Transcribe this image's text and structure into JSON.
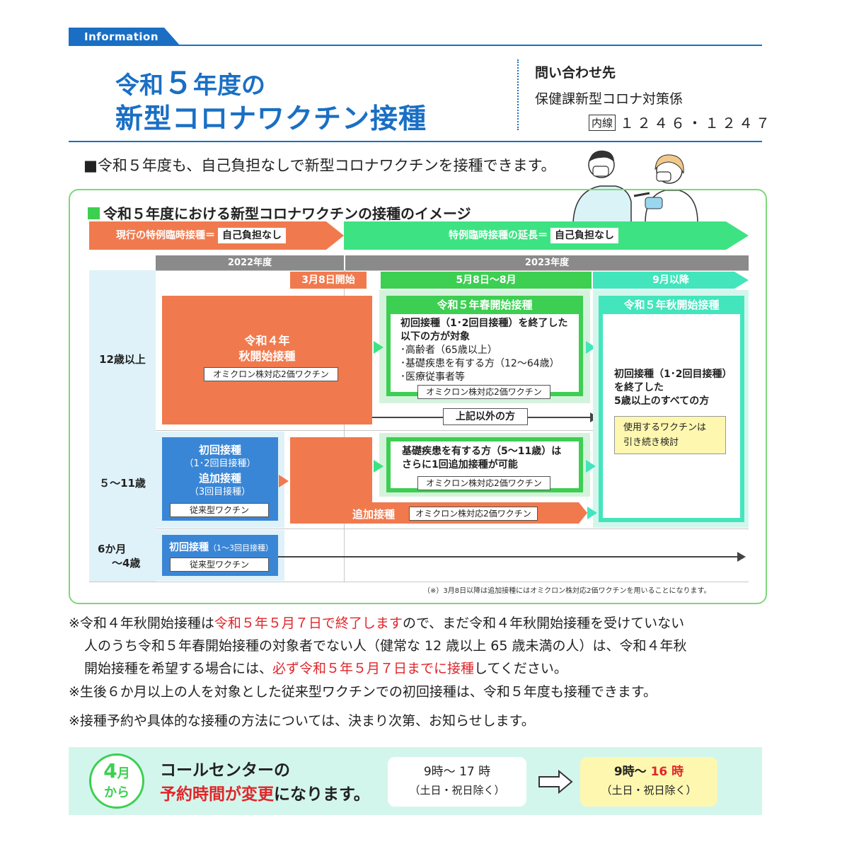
{
  "header": {
    "tab_label": "Information",
    "title_line1_pre": "令和",
    "title_line1_num": "５",
    "title_line1_post": "年度の",
    "title_line2": "新型コロナワクチン接種"
  },
  "contact": {
    "heading": "問い合わせ先",
    "department": "保健課新型コロナ対策係",
    "extension_badge": "内線",
    "extension_numbers": "１２４６・１２４７"
  },
  "lead": "■令和５年度も、自己負担なしで新型コロナワクチンを接種できます。",
  "diagram": {
    "heading": "令和５年度における新型コロナワクチンの接種のイメージ",
    "arrow_current": "現行の特例臨時接種＝",
    "arrow_current_tag": "自己負担なし",
    "arrow_extension": "特例臨時接種の延長＝",
    "arrow_extension_tag": "自己負担なし",
    "year_2022": "2022年度",
    "year_2023": "2023年度",
    "period_start": "3月8日開始",
    "period_spring": "5月8日～8月",
    "period_autumn": "9月以降",
    "row_12plus": "12歳以上",
    "row_5to11": "５～11歳",
    "row_6m_line1": "6か月",
    "row_6m_line2": "～4歳",
    "r4_autumn_line1": "令和４年",
    "r4_autumn_line2": "秋開始接種",
    "omicron_bivalent": "オミクロン株対応2価ワクチン",
    "spring_title": "令和５年春開始接種",
    "spring_l1": "初回接種（1･2回目接種）を終了した",
    "spring_l2": "以下の方が対象",
    "spring_l3": "･高齢者（65歳以上）",
    "spring_l4": "･基礎疾患を有する方（12～64歳）",
    "spring_l5": "･医療従事者等",
    "others": "上記以外の方",
    "autumn_title": "令和５年秋開始接種",
    "autumn_l1": "初回接種（1･2回目接種）",
    "autumn_l2": "を終了した",
    "autumn_l3": "5歳以上のすべての方",
    "autumn_vaccine_l1": "使用するワクチンは",
    "autumn_vaccine_l2": "引き続き検討",
    "child_initial": "初回接種",
    "child_initial_sub": "（1･2回目接種）",
    "child_booster": "追加接種",
    "child_booster_sub": "（3回目接種）",
    "conventional": "従来型ワクチン",
    "child_spring_l1": "基礎疾患を有する方（5～11歳）は",
    "child_spring_l2": "さらに1回追加接種が可能",
    "booster_label": "追加接種",
    "infant_initial": "初回接種",
    "infant_initial_sub": "（1～3回目接種）",
    "footnote": "（※）3月8日以降は追加接種にはオミクロン株対応2価ワクチンを用いることになります。"
  },
  "notes": {
    "n1_a": "※令和４年秋開始接種は",
    "n1_red1": "令和５年５月７日で終了します",
    "n1_b": "ので、まだ令和４年秋開始接種を受けていない",
    "n1_c": "人のうち令和５年春開始接種の対象者でない人（健常な 12 歳以上 65 歳未満の人）は、令和４年秋",
    "n1_d": "開始接種を希望する場合には、",
    "n1_red2": "必ず令和５年５月７日までに接種",
    "n1_e": "してください。",
    "n2": "※生後６か月以上の人を対象とした従来型ワクチンでの初回接種は、令和５年度も接種できます。",
    "n3": "※接種予約や具体的な接種の方法については、決まり次第、お知らせします。"
  },
  "footer": {
    "month_num": "4",
    "month_unit": "月",
    "month_from": "から",
    "line1": "コールセンターの",
    "line2_red": "予約時間が変更",
    "line2_post": "になります。",
    "old_hours": "9時～ 17 時",
    "old_note": "（土日・祝日除く）",
    "new_hours_pre": "9時～ ",
    "new_hours_red": "16 時",
    "new_note": "（土日・祝日除く）"
  }
}
